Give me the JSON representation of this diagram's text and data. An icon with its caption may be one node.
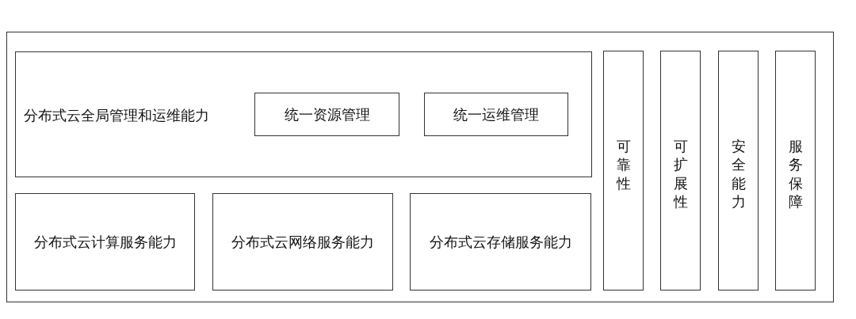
{
  "diagram": {
    "nodes": [
      {
        "text": [],
        "shape": "box"
      },
      {
        "text": [
          "分布式云全局管理和运维能力"
        ],
        "in": 0
      },
      {
        "text": [
          "统一资源管理"
        ],
        "in": 1
      },
      {
        "text": [
          "统一运维管理"
        ],
        "in": 1
      },
      {
        "text": [
          "分布式云计算服务能力"
        ],
        "in": 0
      },
      {
        "text": [
          "分布式云网络服务能力"
        ],
        "in": 0
      },
      {
        "text": [
          "分布式云存储服务能力"
        ],
        "in": 0
      },
      {
        "text": [
          "可靠性"
        ],
        "in": 0
      },
      {
        "text": [
          "可扩展性"
        ],
        "in": 0
      },
      {
        "text": [
          "安全能力"
        ],
        "in": 0
      },
      {
        "text": [
          "服务保障"
        ],
        "in": 0
      }
    ]
  }
}
